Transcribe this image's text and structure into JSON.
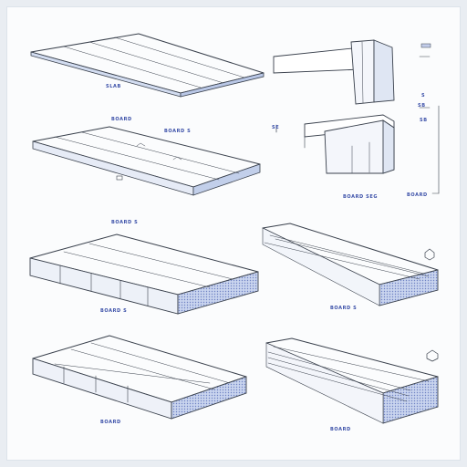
{
  "labels": {
    "panel1": "SLAB",
    "panel2a": "BOARD",
    "panel2b": "BOARD S",
    "panel3": "BOARD S",
    "panel4": "BOARD S",
    "panel5": "BOARD S",
    "panel6": "BOARD",
    "detail_a": "SE",
    "detail_b": "BOARD SEG",
    "detail_c": "BOARD",
    "detail_tag1": "S",
    "detail_tag2": "SB",
    "detail_tag3": "SB"
  },
  "colors": {
    "ink": "#39404c",
    "label": "#3a4fa8",
    "edge_fill": "#c7d3ec",
    "face_fill": "#ffffff"
  }
}
